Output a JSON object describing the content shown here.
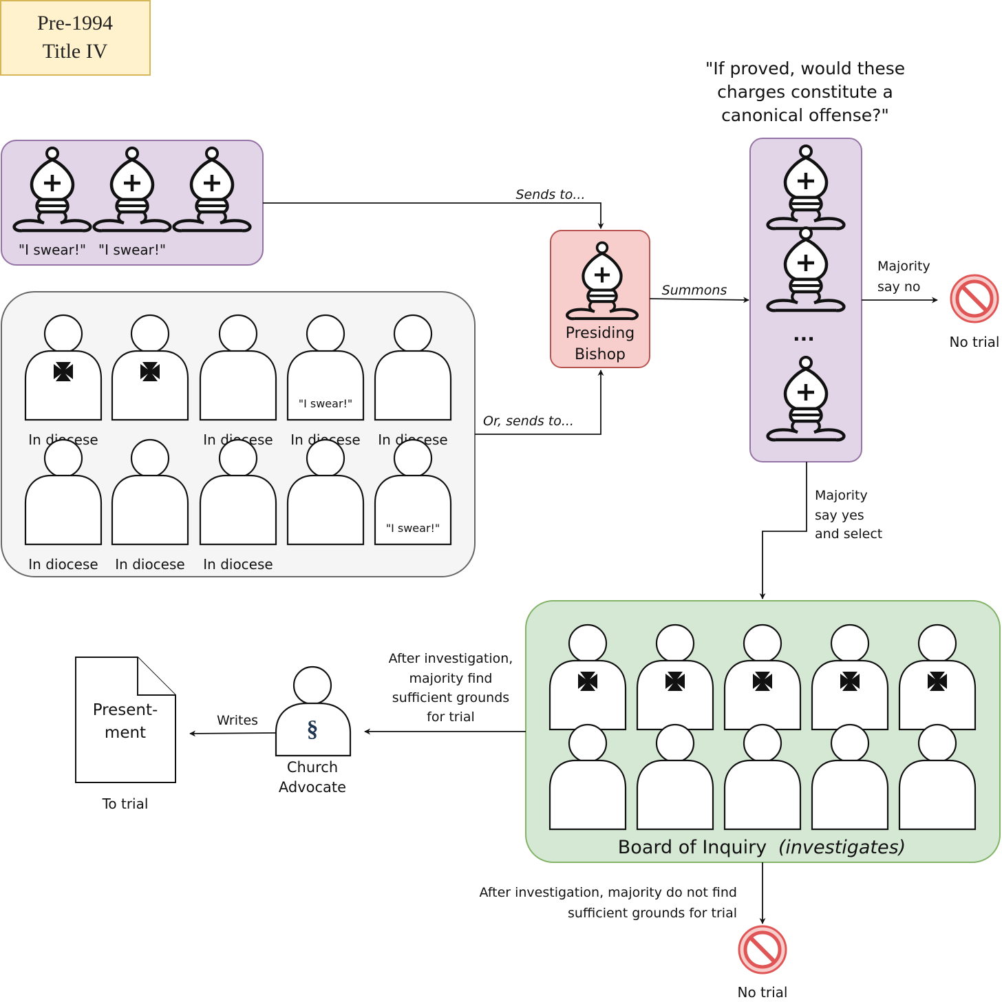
{
  "title_box": {
    "line1": "Pre-1994",
    "line2": "Title IV"
  },
  "question": {
    "line1": "\"If proved, would these",
    "line2": "charges constitute a",
    "line3": "canonical offense?\""
  },
  "bishops_group": {
    "caption1": "\"I swear!\"",
    "caption2": "\"I swear!\""
  },
  "diocese_group": {
    "row1_labels": [
      "In diocese",
      "",
      "In diocese",
      "In diocese",
      "In diocese"
    ],
    "row1_quotes": [
      "",
      "",
      "",
      "\"I swear!\"",
      ""
    ],
    "row2_labels": [
      "In diocese",
      "In diocese",
      "In diocese",
      "",
      ""
    ],
    "row2_quotes": [
      "",
      "",
      "",
      "",
      "\"I swear!\""
    ]
  },
  "presiding_bishop": {
    "line1": "Presiding",
    "line2": "Bishop"
  },
  "edges": {
    "sends_to": "Sends to...",
    "or_sends_to": "Or, sends to...",
    "summons": "Summons",
    "majority_no1": "Majority",
    "majority_no2": "say no",
    "majority_yes1": "Majority",
    "majority_yes2": "say yes",
    "majority_yes3": "and select",
    "after_yes1": "After investigation,",
    "after_yes2": "majority find",
    "after_yes3": "sufficient grounds",
    "after_yes4": "for trial",
    "writes": "Writes",
    "after_no1": "After investigation, majority do not find",
    "after_no2": "sufficient grounds for trial"
  },
  "bishops_column": {
    "ellipsis": "..."
  },
  "no_trial_top": "No trial",
  "no_trial_bottom": "No trial",
  "board": {
    "title": "Board of Inquiry",
    "subtitle": "(investigates)"
  },
  "church_advocate": {
    "symbol": "§",
    "line1": "Church",
    "line2": "Advocate"
  },
  "presentment": {
    "line1": "Present-",
    "line2": "ment",
    "caption": "To trial"
  },
  "colors": {
    "purple_fill": "#e1d5e7",
    "purple_stroke": "#9673a6",
    "gray_fill": "#f5f5f5",
    "gray_stroke": "#666666",
    "red_fill": "#f8cecc",
    "red_stroke": "#b85450",
    "green_fill": "#d5e8d4",
    "green_stroke": "#82b366",
    "yellow_fill": "#fff2cc",
    "yellow_stroke": "#d6b656",
    "no_icon": "#e05555"
  }
}
